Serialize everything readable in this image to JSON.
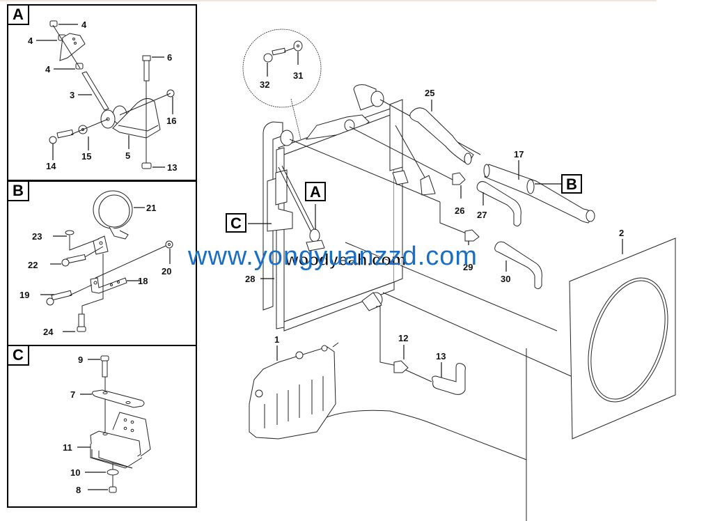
{
  "watermarks": {
    "blue": "www.yongyuanzzd.com",
    "black": "woodyeah.com"
  },
  "detail_panels": [
    {
      "tag": "A",
      "labels": [
        "4",
        "4",
        "4",
        "6",
        "3",
        "16",
        "14",
        "15",
        "5",
        "13"
      ]
    },
    {
      "tag": "B",
      "labels": [
        "21",
        "23",
        "22",
        "20",
        "18",
        "19",
        "24"
      ]
    },
    {
      "tag": "C",
      "labels": [
        "9",
        "7",
        "11",
        "10",
        "8"
      ]
    }
  ],
  "panel_a": {
    "tag": "A",
    "l4a": "4",
    "l4b": "4",
    "l4c": "4",
    "l6": "6",
    "l3": "3",
    "l16": "16",
    "l14": "14",
    "l15": "15",
    "l5": "5",
    "l13": "13"
  },
  "panel_b": {
    "tag": "B",
    "l21": "21",
    "l23": "23",
    "l22": "22",
    "l20": "20",
    "l18": "18",
    "l19": "19",
    "l24": "24"
  },
  "panel_c": {
    "tag": "C",
    "l9": "9",
    "l7": "7",
    "l11": "11",
    "l10": "10",
    "l8": "8"
  },
  "main": {
    "callouts": {
      "A": "A",
      "B": "B",
      "C": "C"
    },
    "labels": {
      "l1": "1",
      "l2": "2",
      "l12": "12",
      "l13": "13",
      "l17": "17",
      "l25": "25",
      "l26": "26",
      "l27": "27",
      "l28": "28",
      "l29": "29",
      "l30": "30",
      "l31": "31",
      "l32": "32"
    }
  }
}
